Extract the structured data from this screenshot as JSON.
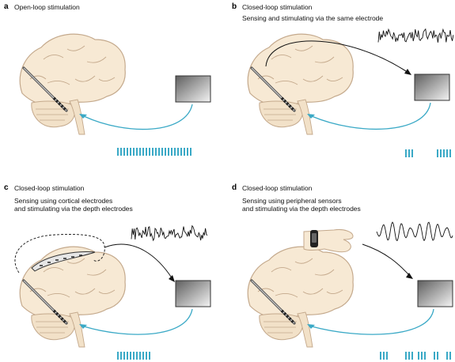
{
  "panels": [
    {
      "letter": "a",
      "title": "Open-loop stimulation",
      "subtitle": []
    },
    {
      "letter": "b",
      "title": "Closed-loop stimulation",
      "subtitle": [
        "Sensing and stimulating via the same electrode"
      ]
    },
    {
      "letter": "c",
      "title": "Closed-loop stimulation",
      "subtitle": [
        "Sensing using cortical electrodes",
        "and stimulating via the depth electrodes"
      ]
    },
    {
      "letter": "d",
      "title": "Closed-loop stimulation",
      "subtitle": [
        "Sensing using peripheral sensors",
        "and stimulating via the depth electrodes"
      ]
    }
  ],
  "colors": {
    "brain_fill": "#f7e9d4",
    "brain_outline": "#c4a98c",
    "stim_pulse": "#3aa9c6",
    "feedback_arrow": "#3aa9c6",
    "signal": "#111111",
    "stimulator_dark": "#6a6a6a",
    "stimulator_light": "#f2f2f2"
  },
  "icons": {
    "brain": "brain-illustration",
    "electrode": "depth-electrode",
    "stimulator": "stimulator-device",
    "hand": "wrist-sensor-hand"
  }
}
